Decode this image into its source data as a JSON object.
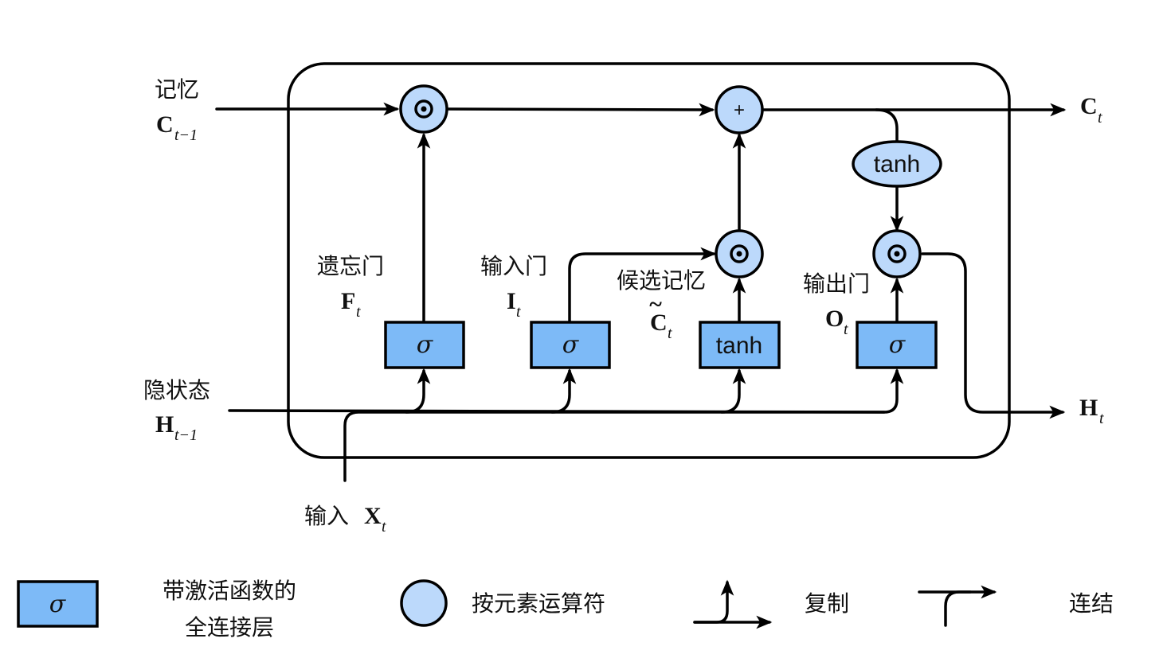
{
  "labels": {
    "memory_in": {
      "cn": "记忆",
      "sym": "C",
      "sub": "t−1"
    },
    "memory_out": {
      "sym": "C",
      "sub": "t"
    },
    "hidden_in": {
      "cn": "隐状态",
      "sym": "H",
      "sub": "t−1"
    },
    "hidden_out": {
      "sym": "H",
      "sub": "t"
    },
    "input": {
      "cn": "输入",
      "sym": "X",
      "sub": "t"
    },
    "forget_gate": {
      "cn": "遗忘门",
      "sym": "F",
      "sub": "t"
    },
    "input_gate": {
      "cn": "输入门",
      "sym": "I",
      "sub": "t"
    },
    "candidate": {
      "cn": "候选记忆",
      "sym": "C",
      "tilde": "~",
      "sub": "t"
    },
    "output_gate": {
      "cn": "输出门",
      "sym": "O",
      "sub": "t"
    }
  },
  "blocks": {
    "forget": "σ",
    "input": "σ",
    "candidate": "tanh",
    "output": "σ",
    "cell_tanh": "tanh"
  },
  "operators": {
    "forget_mult": "⊙",
    "add": "+",
    "input_mult": "⊙",
    "output_mult": "⊙"
  },
  "legend": {
    "fc_symbol": "σ",
    "fc_line1": "带激活函数的",
    "fc_line2": "全连接层",
    "op_label": "按元素运算符",
    "copy_label": "复制",
    "concat_label": "连结"
  },
  "colors": {
    "block_fill": "#7dbaf7",
    "operator_fill": "#bcd9fb"
  }
}
